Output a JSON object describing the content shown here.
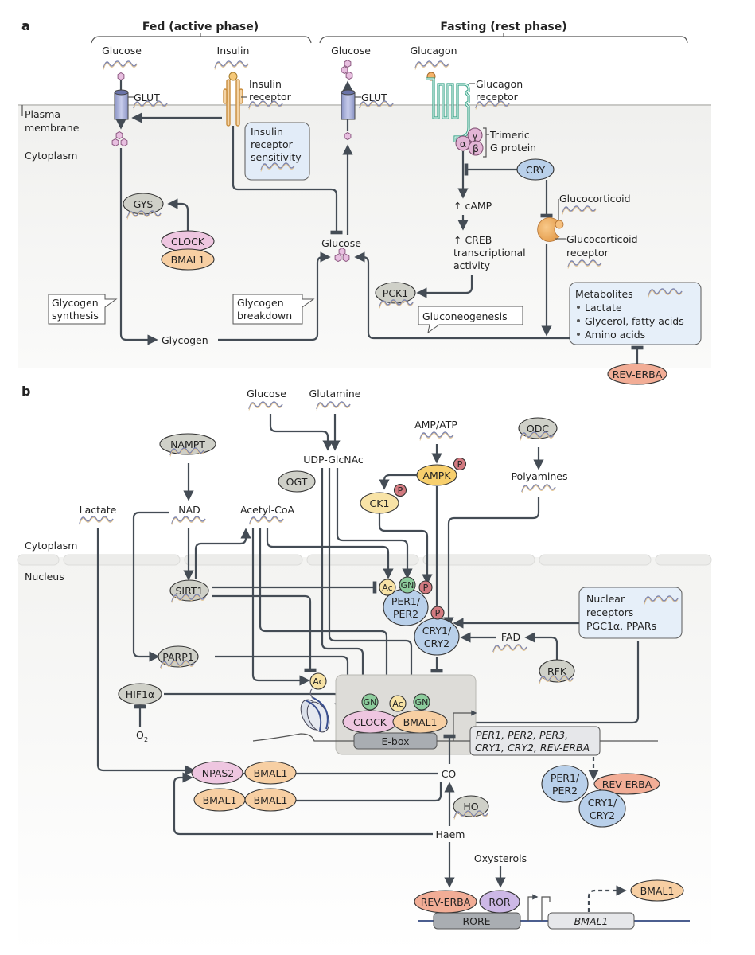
{
  "panel_a": {
    "label": "a",
    "phases": {
      "fed": "Fed (active phase)",
      "fasting": "Fasting (rest phase)"
    },
    "compartments": {
      "membrane_1": "Plasma",
      "membrane_2": "membrane",
      "cytoplasm": "Cytoplasm"
    },
    "fed": {
      "glucose": "Glucose",
      "insulin": "Insulin",
      "glut": "GLUT",
      "insulin_receptor_1": "Insulin",
      "insulin_receptor_2": "receptor",
      "sensitivity_1": "Insulin",
      "sensitivity_2": "receptor",
      "sensitivity_3": "sensitivity",
      "gys": "GYS",
      "clock": "CLOCK",
      "bmal1": "BMAL1",
      "glycogen_synthesis_1": "Glycogen",
      "glycogen_synthesis_2": "synthesis",
      "glycogen": "Glycogen",
      "glycogen_breakdown_1": "Glycogen",
      "glycogen_breakdown_2": "breakdown"
    },
    "fasting": {
      "glucose": "Glucose",
      "glucagon": "Glucagon",
      "glut": "GLUT",
      "glucagon_receptor_1": "Glucagon",
      "glucagon_receptor_2": "receptor",
      "gprotein_1": "Trimeric",
      "gprotein_2": "G protein",
      "alpha": "α",
      "beta": "β",
      "gamma": "γ",
      "cry": "CRY",
      "camp": "↑ cAMP",
      "creb_1": "↑ CREB",
      "creb_2": "transcriptional",
      "creb_3": "activity",
      "glucose_center": "Glucose",
      "pck1": "PCK1",
      "glucocorticoid": "Glucocorticoid",
      "gc_receptor_1": "Glucocorticoid",
      "gc_receptor_2": "receptor",
      "gluconeogenesis": "Gluconeogenesis",
      "metabolites_title": "Metabolites",
      "metabolites": [
        "Lactate",
        "Glycerol, fatty acids",
        "Amino acids"
      ],
      "rev_erba": "REV-ERBA"
    }
  },
  "panel_b": {
    "label": "b",
    "compartments": {
      "cytoplasm": "Cytoplasm",
      "nucleus": "Nucleus"
    },
    "glucose": "Glucose",
    "glutamine": "Glutamine",
    "udp_glcnac": "UDP-GlcNAc",
    "ogt": "OGT",
    "nampt": "NAMPT",
    "nad": "NAD",
    "acetyl_coa": "Acetyl-CoA",
    "lactate": "Lactate",
    "amp_atp": "AMP/ATP",
    "ampk": "AMPK",
    "ck1": "CK1",
    "p": "P",
    "odc": "ODC",
    "polyamines": "Polyamines",
    "sirt1": "SIRT1",
    "parp1": "PARP1",
    "hif1a": "HIF1α",
    "o2": "O",
    "o2_sub": "2",
    "ac": "Ac",
    "gn": "GN",
    "per_1": "PER1/",
    "per_2": "PER2",
    "cry_1": "CRY1/",
    "cry_2": "CRY2",
    "nuclear_1": "Nuclear",
    "nuclear_2": "receptors",
    "nuclear_3": "PGC1α, PPARs",
    "fad": "FAD",
    "rfk": "RFK",
    "clock": "CLOCK",
    "bmal1": "BMAL1",
    "ebox": "E-box",
    "targets_1": "PER1, PER2, PER3,",
    "targets_2": "CRY1, CRY2, REV-ERBA",
    "rev_erba": "REV-ERBA",
    "npas2": "NPAS2",
    "co": "CO",
    "ho": "HO",
    "haem": "Haem",
    "oxysterols": "Oxysterols",
    "ror": "ROR",
    "rore": "RORE",
    "bmal1_gene": "BMAL1"
  },
  "colors": {
    "line": "#444c55",
    "grey_protein": "#cfd0c8",
    "pink_protein": "#eec6e0",
    "orange_protein": "#f7cfa3",
    "blue_protein": "#b9d0ea",
    "salmon_protein": "#f2ad96",
    "purple_protein": "#cdb8e6",
    "yellow_protein": "#f8e3a6",
    "green_mod": "#8ccc9c",
    "red_mod": "#d27a80",
    "box_blue": "#e6eff9",
    "cytoplasm_bg": "#f4f4f2"
  }
}
